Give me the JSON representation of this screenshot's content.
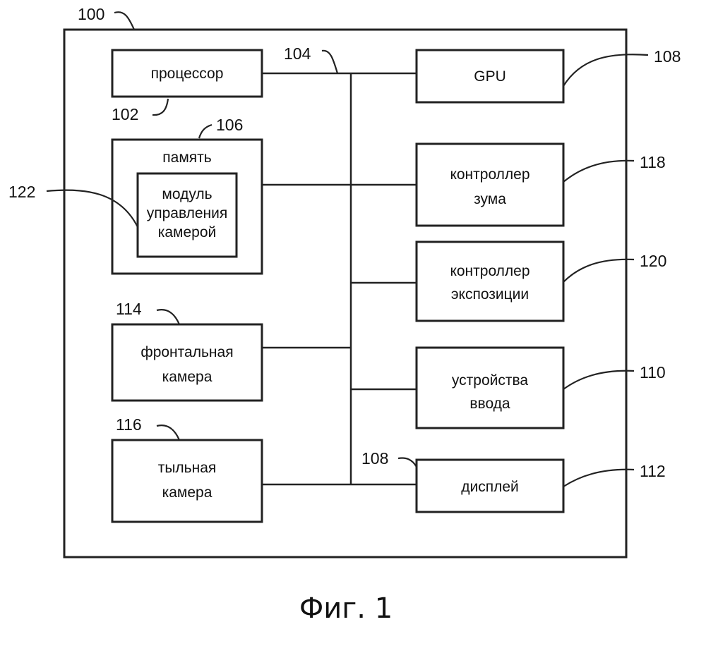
{
  "blocks": {
    "processor": "процессор",
    "memory": "память",
    "camera_module": [
      "модуль",
      "управления",
      "камерой"
    ],
    "front_camera": [
      "фронтальная",
      "камера"
    ],
    "rear_camera": [
      "тыльная",
      "камера"
    ],
    "gpu": "GPU",
    "zoom_controller": [
      "контроллер",
      "зума"
    ],
    "exposure_controller": [
      "контроллер",
      "экспозиции"
    ],
    "input_devices": [
      "устройства",
      "ввода"
    ],
    "display": "дисплей"
  },
  "refs": {
    "device": "100",
    "processor": "102",
    "bus": "104",
    "memory": "106",
    "gpu": "108",
    "display": "108",
    "input_devices": "110",
    "display_outer": "112",
    "front_camera": "114",
    "rear_camera": "116",
    "zoom_controller": "118",
    "exposure_controller": "120",
    "camera_module": "122"
  },
  "caption": "Фиг. 1"
}
